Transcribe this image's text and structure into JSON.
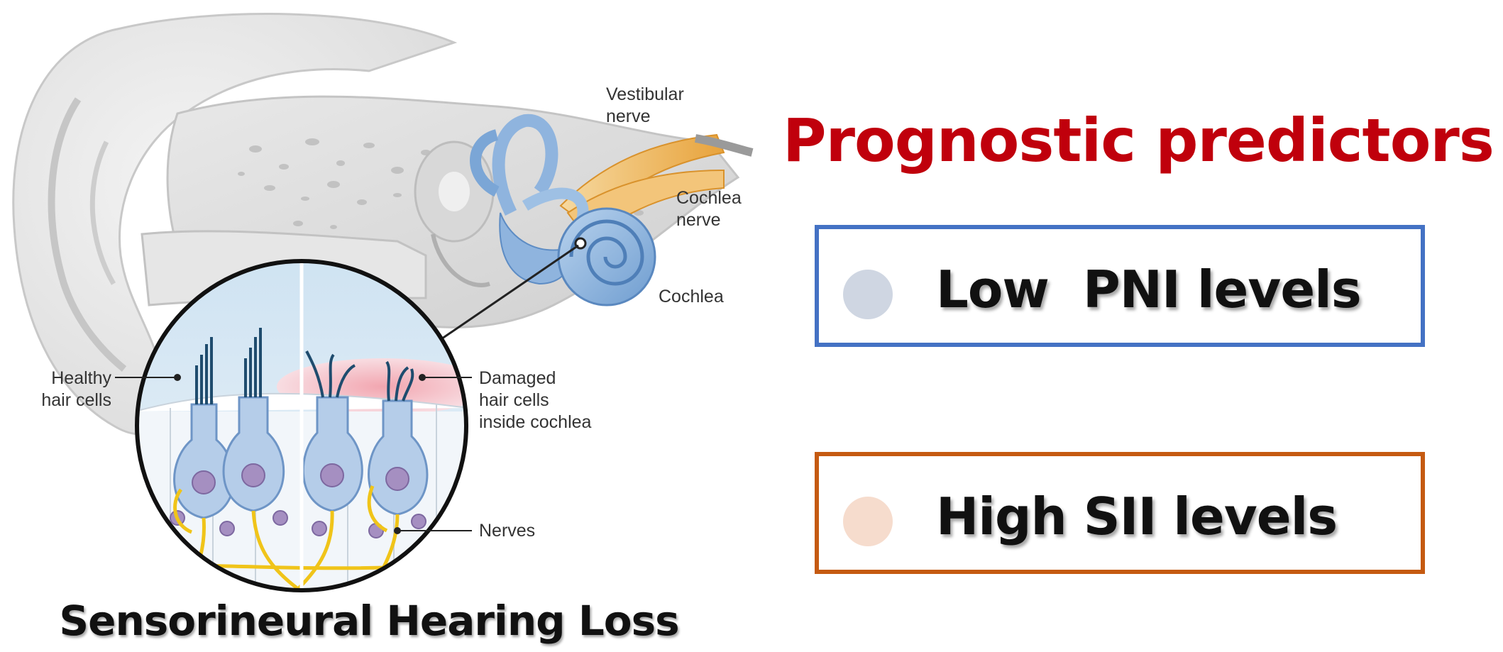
{
  "diagram": {
    "labels": {
      "vestibular_nerve": [
        "Vestibular",
        "nerve"
      ],
      "cochlea_nerve": [
        "Cochlea",
        "nerve"
      ],
      "cochlea": "Cochlea",
      "healthy_hair_cells": [
        "Healthy",
        "hair cells"
      ],
      "damaged_hair_cells": [
        "Damaged",
        "hair cells",
        "inside cochlea"
      ],
      "nerves": "Nerves"
    },
    "title": "Sensorineural Hearing Loss"
  },
  "panel": {
    "title": "Prognostic predictors",
    "title_color": "#c0000c",
    "predictors": [
      {
        "label": "Low  PNI levels",
        "border_color": "#4472c4",
        "dot_color": "#cfd6e2"
      },
      {
        "label": "High SII levels",
        "border_color": "#c55a11",
        "dot_color": "#f6dccd"
      }
    ]
  }
}
